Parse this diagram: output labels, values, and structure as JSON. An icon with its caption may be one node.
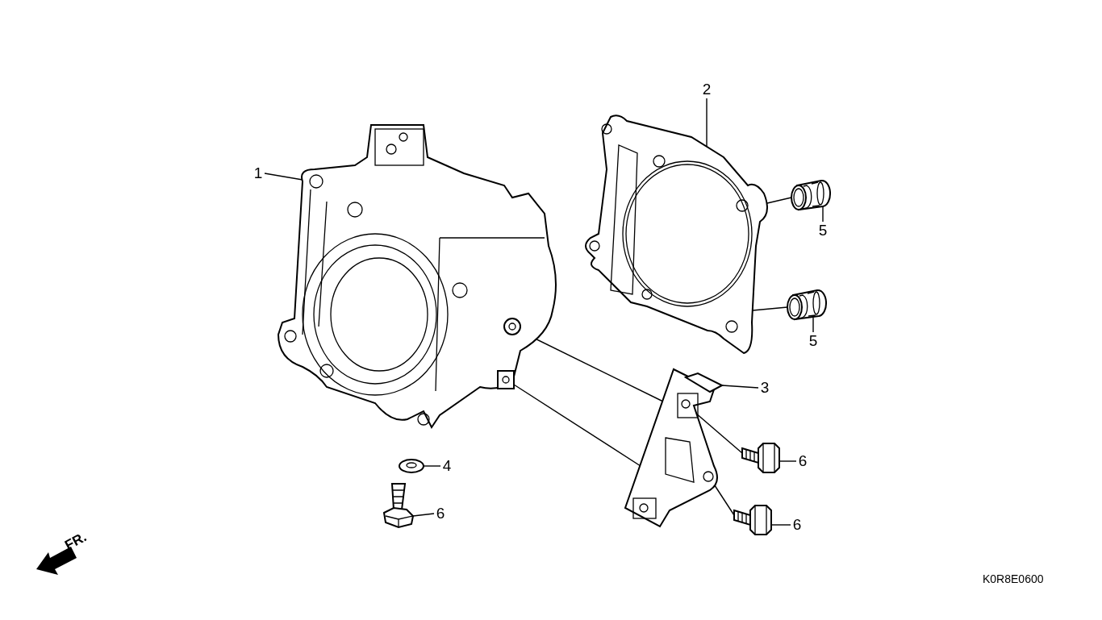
{
  "diagram": {
    "nodes": [
      {
        "text": [
          "1"
        ]
      },
      {
        "text": [],
        "shape": "picture"
      },
      {
        "text": [
          "2"
        ]
      },
      {
        "text": [],
        "shape": "picture"
      },
      {
        "text": [
          "5"
        ]
      },
      {
        "text": [],
        "shape": "picture"
      },
      {
        "text": [
          "5"
        ]
      },
      {
        "text": [],
        "shape": "picture"
      },
      {
        "text": [
          "3"
        ]
      },
      {
        "text": [],
        "shape": "picture"
      },
      {
        "text": [
          "6"
        ]
      },
      {
        "text": [],
        "shape": "picture"
      },
      {
        "text": [
          "6"
        ]
      },
      {
        "text": [],
        "shape": "picture"
      },
      {
        "text": [
          "4"
        ]
      },
      {
        "text": [],
        "shape": "picture"
      },
      {
        "text": [
          "6"
        ]
      },
      {
        "text": [],
        "shape": "picture"
      }
    ],
    "edges": [
      {
        "from": 0,
        "to": 1,
        "arrow": "none"
      },
      {
        "from": 2,
        "to": 3,
        "arrow": "none"
      },
      {
        "from": 4,
        "to": 5,
        "arrow": "none"
      },
      {
        "from": 6,
        "to": 7,
        "arrow": "none"
      },
      {
        "from": 8,
        "to": 9,
        "arrow": "none"
      },
      {
        "from": 10,
        "to": 11,
        "arrow": "none"
      },
      {
        "from": 12,
        "to": 13,
        "arrow": "none"
      },
      {
        "from": 14,
        "to": 15,
        "arrow": "none"
      },
      {
        "from": 16,
        "to": 17,
        "arrow": "none"
      },
      {
        "from": 3,
        "to": 5,
        "arrow": "none"
      },
      {
        "from": 3,
        "to": 7,
        "arrow": "none"
      },
      {
        "from": 1,
        "to": 9,
        "arrow": "none"
      },
      {
        "from": 1,
        "to": 9,
        "arrow": "none"
      },
      {
        "from": 9,
        "to": 11,
        "arrow": "none"
      },
      {
        "from": 9,
        "to": 13,
        "arrow": "none"
      }
    ],
    "labels": [
      "FR.",
      "K0R8E0600"
    ]
  }
}
